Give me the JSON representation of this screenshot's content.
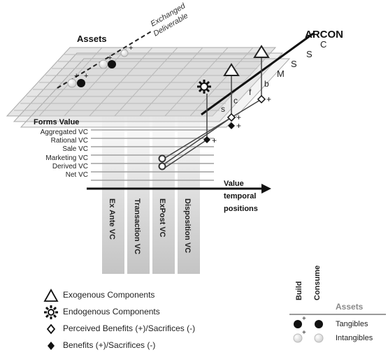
{
  "diagram": {
    "title": "ARCON",
    "assets_label": "Assets",
    "exchanged_deliverable": [
      "Exchanged",
      "Deliverable"
    ],
    "forms_value_title": "Forms Value",
    "forms_value": [
      "Aggregated VC",
      "Rational VC",
      "Sale VC",
      "Marketing VC",
      "Derived VC",
      "Net VC"
    ],
    "phases": [
      "Ex Ante VC",
      "Transaction VC",
      "ExPost VC",
      "Disposition VC"
    ],
    "value_temporal": [
      "Value",
      "temporal",
      "positions"
    ],
    "axis_letters": [
      "M",
      "S",
      "S",
      "C"
    ],
    "small_letters": [
      "b",
      "f",
      "c",
      "s"
    ],
    "plus_sign": "+"
  },
  "legend": {
    "exogenous": "Exogenous Components",
    "endogenous": "Endogenous Components",
    "perceived": "Perceived Benefits (+)/Sacrifices (-)",
    "benefits": "Benefits (+)/Sacrifices (-)"
  },
  "asset_key": {
    "build": "Build",
    "consume": "Consume",
    "title": "Assets",
    "tangibles": "Tangibles",
    "intangibles": "Intangibles",
    "plus": "+"
  }
}
